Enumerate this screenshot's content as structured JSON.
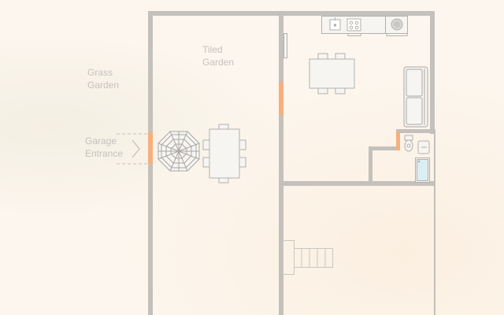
{
  "plan": {
    "title": "Floor plan",
    "colors": {
      "wall": "#c4c0bb",
      "door": "#f6b07e",
      "furniture_stroke": "#b3b0ac",
      "furniture_fill": "#f7f5f2",
      "bath_fill": "#dbeef4",
      "label": "#c5c1bc",
      "background": "#fcf6ee"
    },
    "labels": {
      "grass_garden": {
        "line1": "Grass",
        "line2": "Garden"
      },
      "tiled_garden": {
        "line1": "Tiled",
        "line2": "Garden"
      },
      "garage_entrance": {
        "line1": "Garage",
        "line2": "Entrance"
      }
    },
    "icons": {
      "entrance_arrow": "chevron-right",
      "umbrella": "octagonal-parasol",
      "outdoor_table": "dining-table-6-chairs",
      "kitchen_table": "dining-table-4-chairs",
      "kitchen_counter": "counter-sink-hob",
      "washer": "washing-machine",
      "sofa": "two-seat-sofa",
      "toilet": "toilet",
      "basin": "wash-basin",
      "bathtub": "bathtub",
      "stairs": "staircase"
    }
  }
}
